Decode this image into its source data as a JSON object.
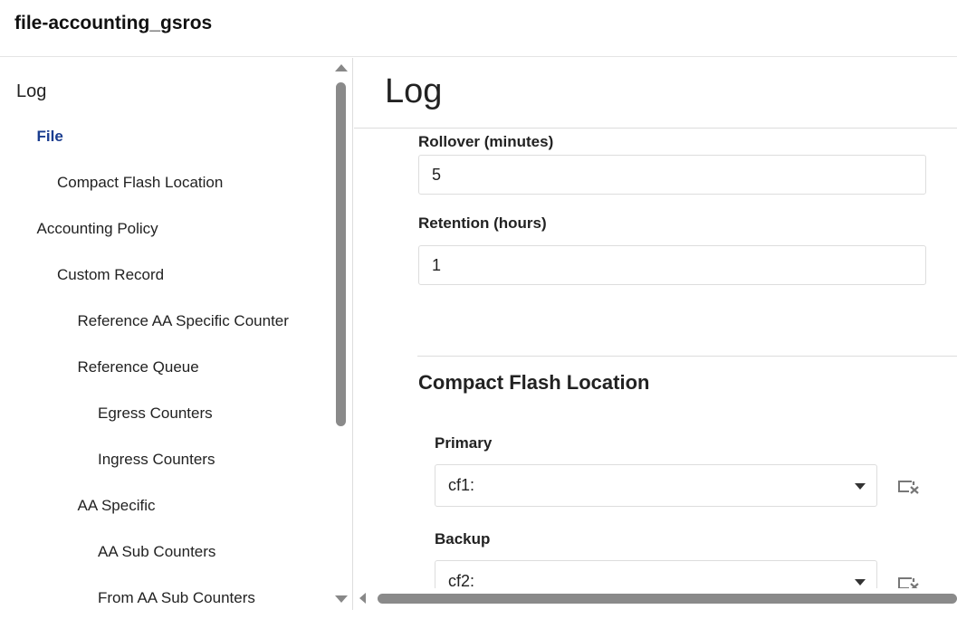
{
  "app": {
    "title": "file-accounting_gsros"
  },
  "sidebar": {
    "items": [
      {
        "label": "Log",
        "level": 0,
        "active": false
      },
      {
        "label": "File",
        "level": 1,
        "active": true
      },
      {
        "label": "Compact Flash Location",
        "level": 2,
        "active": false
      },
      {
        "label": "Accounting Policy",
        "level": 1,
        "active": false
      },
      {
        "label": "Custom Record",
        "level": 2,
        "active": false
      },
      {
        "label": "Reference AA Specific Counter",
        "level": 3,
        "active": false
      },
      {
        "label": "Reference Queue",
        "level": 3,
        "active": false
      },
      {
        "label": "Egress Counters",
        "level": 4,
        "active": false
      },
      {
        "label": "Ingress Counters",
        "level": 4,
        "active": false
      },
      {
        "label": "AA Specific",
        "level": 3,
        "active": false
      },
      {
        "label": "AA Sub Counters",
        "level": 4,
        "active": false
      },
      {
        "label": "From AA Sub Counters",
        "level": 4,
        "active": false
      }
    ]
  },
  "main": {
    "title": "Log",
    "rollover": {
      "label": "Rollover (minutes)",
      "value": "5"
    },
    "retention": {
      "label": "Retention (hours)",
      "value": "1"
    },
    "section_title": "Compact Flash Location",
    "primary": {
      "label": "Primary",
      "value": "cf1:"
    },
    "backup": {
      "label": "Backup",
      "value": "cf2:"
    }
  },
  "colors": {
    "accent": "#1a3d8f",
    "scrollbar": "#8a8a8a"
  }
}
